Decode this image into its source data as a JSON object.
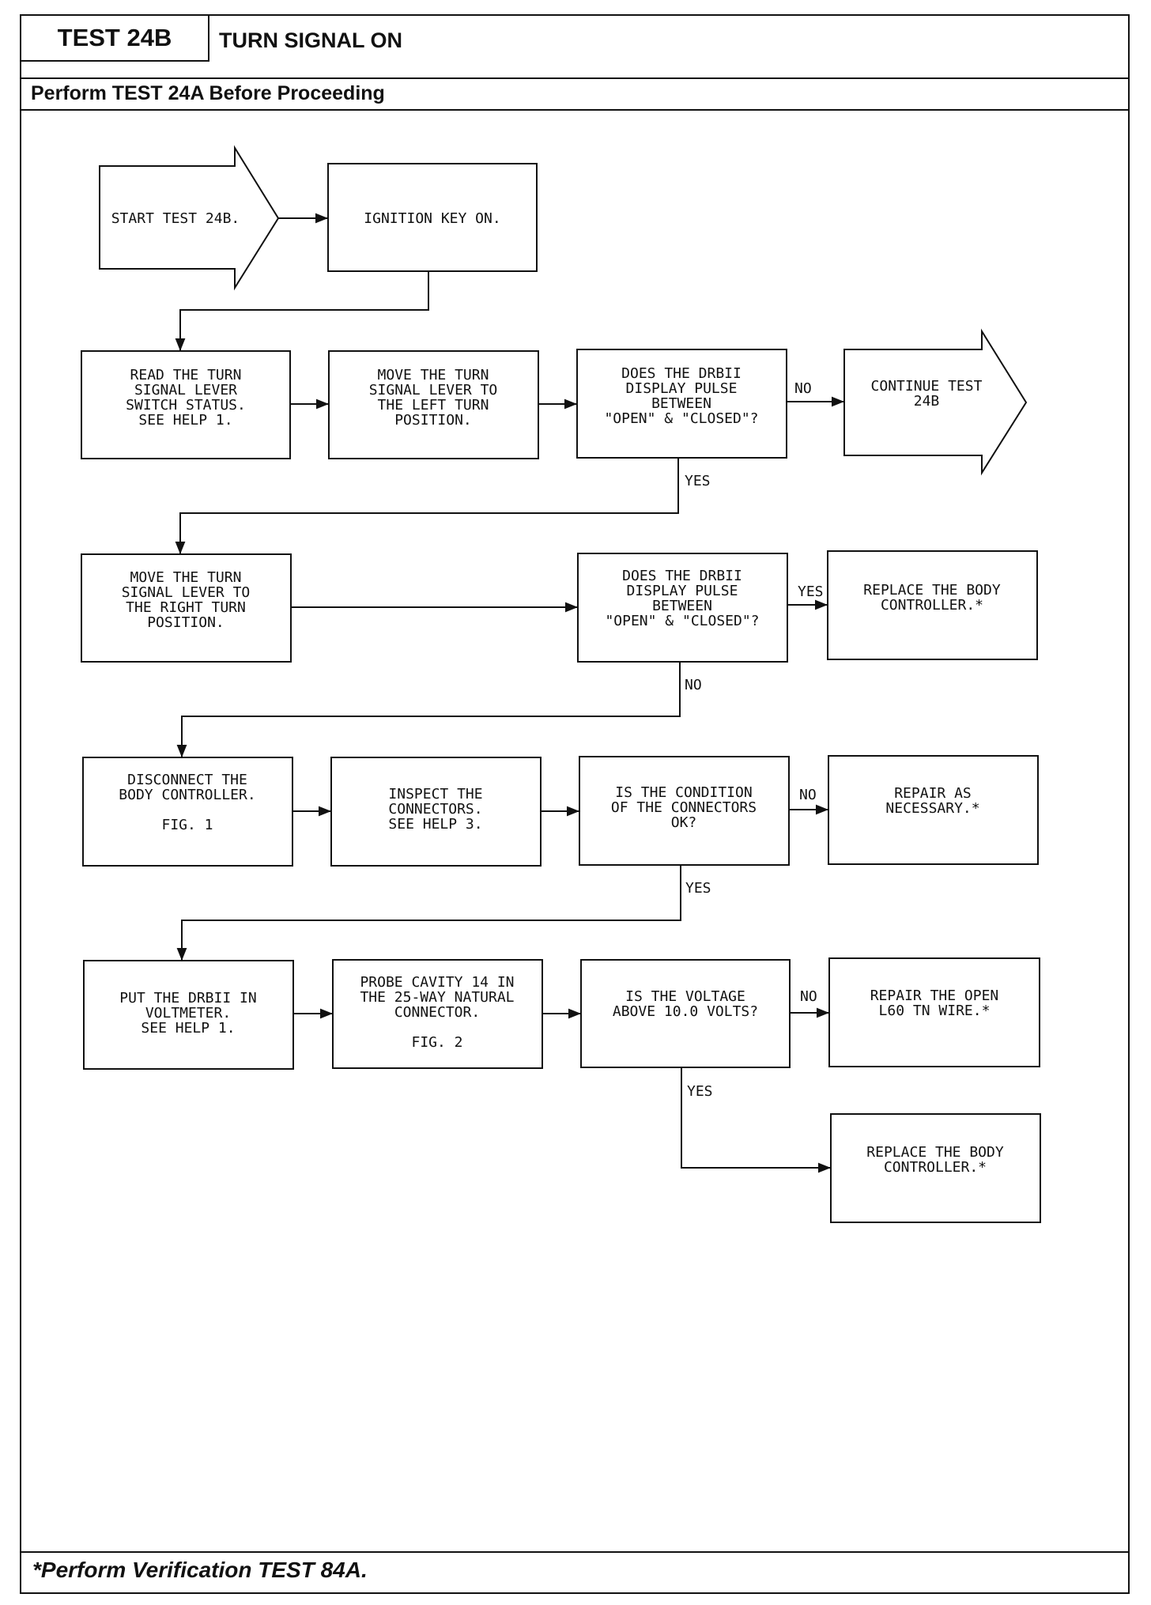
{
  "header": {
    "test_id": "TEST 24B",
    "test_title": "TURN SIGNAL ON",
    "prerequisite": "Perform TEST 24A Before Proceeding"
  },
  "footer": {
    "note": "*Perform Verification TEST 84A."
  },
  "nodes": {
    "start": [
      "START TEST 24B."
    ],
    "ignition": [
      "IGNITION KEY ON."
    ],
    "read_switch": [
      "READ THE TURN",
      "SIGNAL LEVER",
      "SWITCH STATUS.",
      "SEE HELP 1."
    ],
    "move_left": [
      "MOVE THE TURN",
      "SIGNAL LEVER TO",
      "THE LEFT TURN",
      "POSITION."
    ],
    "q_pulse_left": [
      "DOES THE DRBII",
      "DISPLAY PULSE",
      "BETWEEN",
      "\"OPEN\" & \"CLOSED\"?"
    ],
    "continue": [
      "CONTINUE TEST",
      "24B"
    ],
    "move_right": [
      "MOVE THE TURN",
      "SIGNAL LEVER TO",
      "THE RIGHT TURN",
      "POSITION."
    ],
    "q_pulse_right": [
      "DOES THE DRBII",
      "DISPLAY PULSE",
      "BETWEEN",
      "\"OPEN\" & \"CLOSED\"?"
    ],
    "replace_1": [
      "REPLACE THE BODY",
      "CONTROLLER.*"
    ],
    "disconnect": [
      "DISCONNECT THE",
      "BODY CONTROLLER.",
      "",
      "FIG. 1"
    ],
    "inspect": [
      "INSPECT THE",
      "CONNECTORS.",
      "SEE HELP 3."
    ],
    "q_connectors": [
      "IS THE CONDITION",
      "OF THE CONNECTORS",
      "OK?"
    ],
    "repair_1": [
      "REPAIR AS",
      "NECESSARY.*"
    ],
    "voltmeter": [
      "PUT THE DRBII IN",
      "VOLTMETER.",
      "SEE HELP 1."
    ],
    "probe": [
      "PROBE CAVITY 14 IN",
      "THE 25-WAY NATURAL",
      "CONNECTOR.",
      "",
      "FIG. 2"
    ],
    "q_voltage": [
      "IS THE VOLTAGE",
      "ABOVE 10.0 VOLTS?"
    ],
    "repair_open": [
      "REPAIR THE OPEN",
      "L60 TN WIRE.*"
    ],
    "replace_2": [
      "REPLACE THE BODY",
      "CONTROLLER.*"
    ]
  },
  "labels": {
    "no_1": "NO",
    "yes_1": "YES",
    "yes_2": "YES",
    "no_2": "NO",
    "no_3": "NO",
    "yes_3": "YES",
    "no_4": "NO",
    "yes_4": "YES"
  }
}
